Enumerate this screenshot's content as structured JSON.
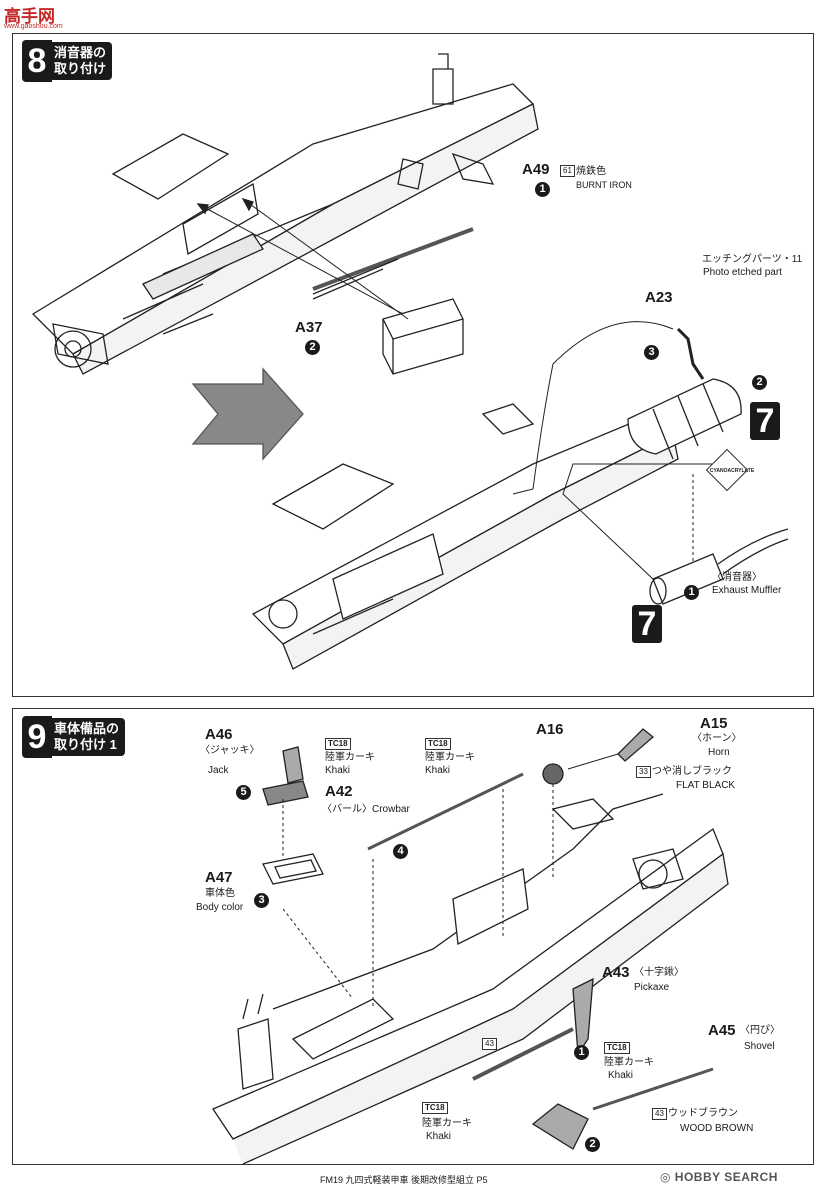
{
  "watermark": {
    "logo": "高手网",
    "sub": "www.gaoshou.com"
  },
  "step8": {
    "number": "8",
    "title": "消音器の\n取り付け",
    "parts": [
      {
        "id": "A49",
        "qty": "1",
        "color_code": "61",
        "color_jp": "焼鉄色",
        "color_en": "BURNT IRON"
      },
      {
        "id": "A37",
        "qty": "2"
      },
      {
        "id": "A23",
        "qty": "3"
      }
    ],
    "photo_etched": {
      "jp": "エッチングパーツ・11",
      "en": "Photo etched part",
      "qty": "2"
    },
    "muffler": {
      "jp": "〈消音器〉",
      "en": "Exhaust Muffler",
      "qty": "1"
    },
    "ref_step": "7",
    "cyanoacrylate": "CYANOACRYLATE"
  },
  "step9": {
    "number": "9",
    "title": "車体備品の\n取り付け 1",
    "A46": {
      "id": "A46",
      "jp": "〈ジャッキ〉",
      "en": "Jack",
      "qty": "5",
      "color_code": "TC18",
      "color_jp": "陸軍カーキ",
      "color_en": "Khaki"
    },
    "A42": {
      "id": "A42",
      "jp": "〈バール〉",
      "en": "Crowbar",
      "qty": "4",
      "color_code": "TC18",
      "color_jp": "陸軍カーキ",
      "color_en": "Khaki"
    },
    "A47": {
      "id": "A47",
      "color_jp": "車体色",
      "color_en": "Body color",
      "qty": "3"
    },
    "A16": {
      "id": "A16"
    },
    "A15": {
      "id": "A15",
      "jp": "〈ホーン〉",
      "en": "Horn",
      "color_code": "33",
      "color_jp": "つや消しブラック",
      "color_en": "FLAT BLACK"
    },
    "A43": {
      "id": "A43",
      "jp": "〈十字鍬〉",
      "en": "Pickaxe",
      "qty": "1",
      "color_code": "TC18",
      "color_jp": "陸軍カーキ",
      "color_en": "Khaki",
      "handle_code": "43"
    },
    "A45": {
      "id": "A45",
      "jp": "〈円ぴ〉",
      "en": "Shovel",
      "qty": "2",
      "color_code": "TC18",
      "color_jp": "陸軍カーキ",
      "color_en": "Khaki",
      "handle_code": "43",
      "handle_jp": "ウッドブラウン",
      "handle_en": "WOOD BROWN"
    }
  },
  "footer": {
    "text": "FM19 九四式軽装甲車 後期改修型組立 P5",
    "brand": "◎ HOBBY SEARCH"
  }
}
